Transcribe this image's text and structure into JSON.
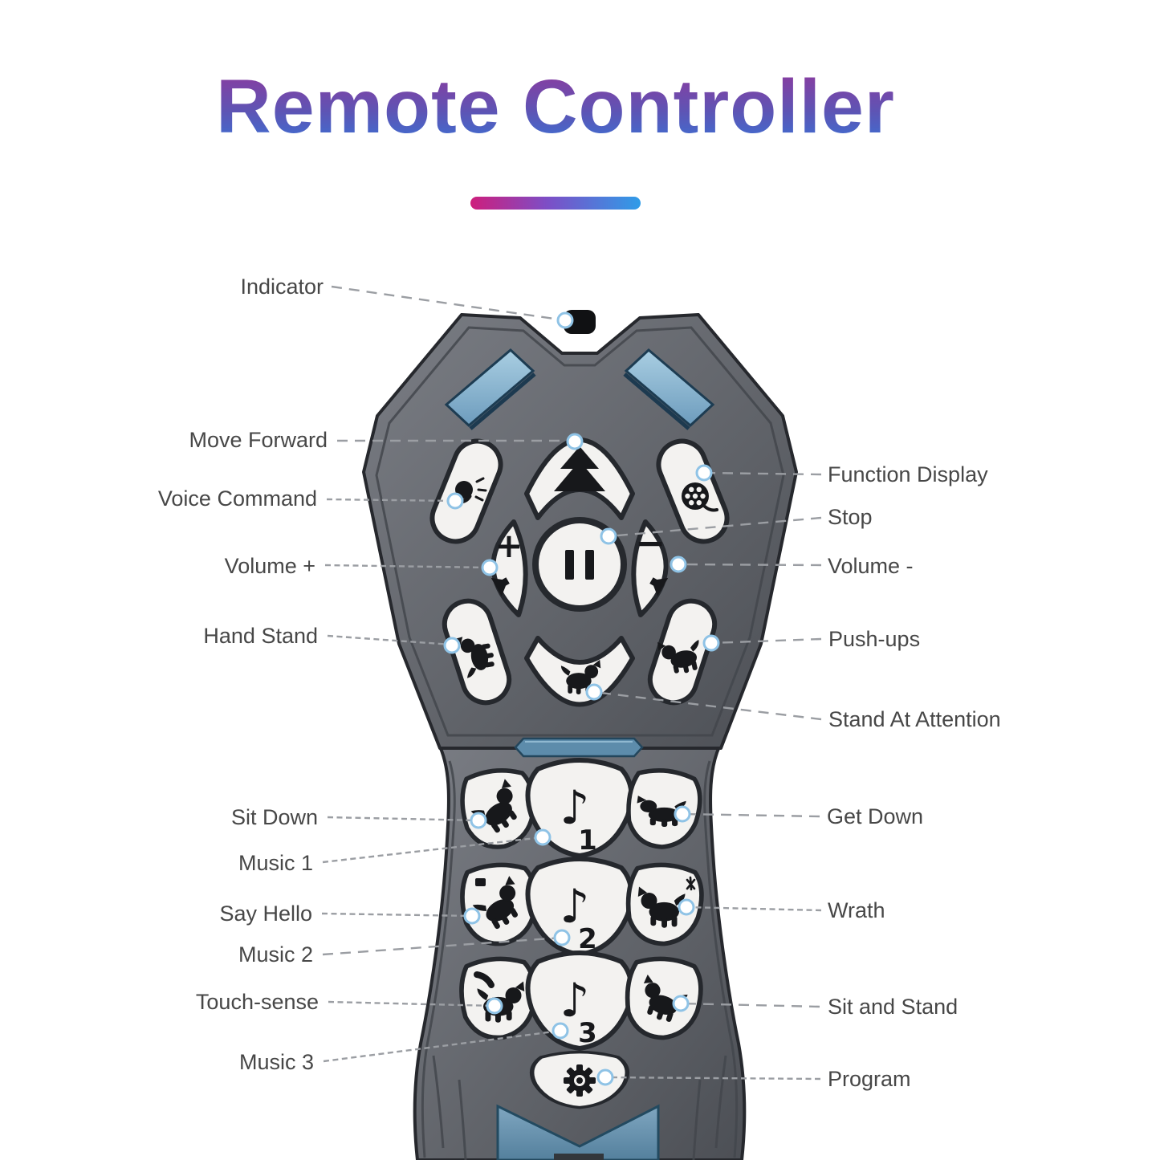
{
  "title": {
    "text": "Remote Controller"
  },
  "divider": {
    "gradient": [
      "#ce1e7c",
      "#7d4ec6",
      "#2f9ce8"
    ]
  },
  "callouts": {
    "left": [
      {
        "text": "Indicator"
      },
      {
        "text": "Move Forward"
      },
      {
        "text": "Voice Command"
      },
      {
        "text": "Volume +"
      },
      {
        "text": "Hand Stand"
      },
      {
        "text": "Sit Down"
      },
      {
        "text": "Music 1"
      },
      {
        "text": "Say Hello"
      },
      {
        "text": "Music 2"
      },
      {
        "text": "Touch-sense"
      },
      {
        "text": "Music 3"
      }
    ],
    "right": [
      {
        "text": "Function Display"
      },
      {
        "text": "Stop"
      },
      {
        "text": "Volume -"
      },
      {
        "text": "Push-ups"
      },
      {
        "text": "Stand At Attention"
      },
      {
        "text": "Get Down"
      },
      {
        "text": "Wrath"
      },
      {
        "text": "Sit and Stand"
      },
      {
        "text": "Program"
      }
    ]
  },
  "buttons": {
    "move_forward": {
      "label": "Move Forward",
      "icon": "up-arrow-icon"
    },
    "voice_command": {
      "label": "Voice Command",
      "icon": "speaking-head-icon"
    },
    "function_display": {
      "label": "Function Display",
      "icon": "film-reel-icon"
    },
    "volume_plus": {
      "label": "Volume +",
      "icon": "speaker-icon",
      "glyph": "+"
    },
    "stop": {
      "label": "Stop",
      "icon": "pause-icon"
    },
    "volume_minus": {
      "label": "Volume -",
      "icon": "speaker-icon",
      "glyph": "−"
    },
    "hand_stand": {
      "label": "Hand Stand",
      "icon": "dog-handstand-icon"
    },
    "stand_at_attention": {
      "label": "Stand At Attention",
      "icon": "dog-standing-icon"
    },
    "push_ups": {
      "label": "Push-ups",
      "icon": "dog-pushup-icon"
    },
    "sit_down": {
      "label": "Sit Down",
      "icon": "dog-sitting-icon"
    },
    "music_1": {
      "label": "Music 1",
      "icon": "music-note-icon",
      "glyph": "♪",
      "digit": "1"
    },
    "get_down": {
      "label": "Get Down",
      "icon": "dog-lying-icon"
    },
    "say_hello": {
      "label": "Say Hello",
      "icon": "dog-hello-icon"
    },
    "music_2": {
      "label": "Music 2",
      "icon": "music-note-icon",
      "glyph": "♪",
      "digit": "2"
    },
    "wrath": {
      "label": "Wrath",
      "icon": "dog-angry-icon"
    },
    "touch_sense": {
      "label": "Touch-sense",
      "icon": "dog-touch-icon"
    },
    "music_3": {
      "label": "Music 3",
      "icon": "music-note-icon",
      "glyph": "♪",
      "digit": "3"
    },
    "sit_and_stand": {
      "label": "Sit and Stand",
      "icon": "dog-sit-stand-icon"
    },
    "program": {
      "label": "Program",
      "icon": "gear-icon"
    }
  },
  "colors": {
    "title_gradient_top": "#8d3a9e",
    "title_gradient_mid": "#5e54b4",
    "title_gradient_bottom": "#3b70d4",
    "body_gray": "#5f6268",
    "accent_blue": "#8fb9d4",
    "button_white": "#f3f2f0",
    "icon_black": "#17181b",
    "callout_text": "#474747",
    "leader_line": "#9b9ea3",
    "dot_ring": "#8fc3e6"
  }
}
